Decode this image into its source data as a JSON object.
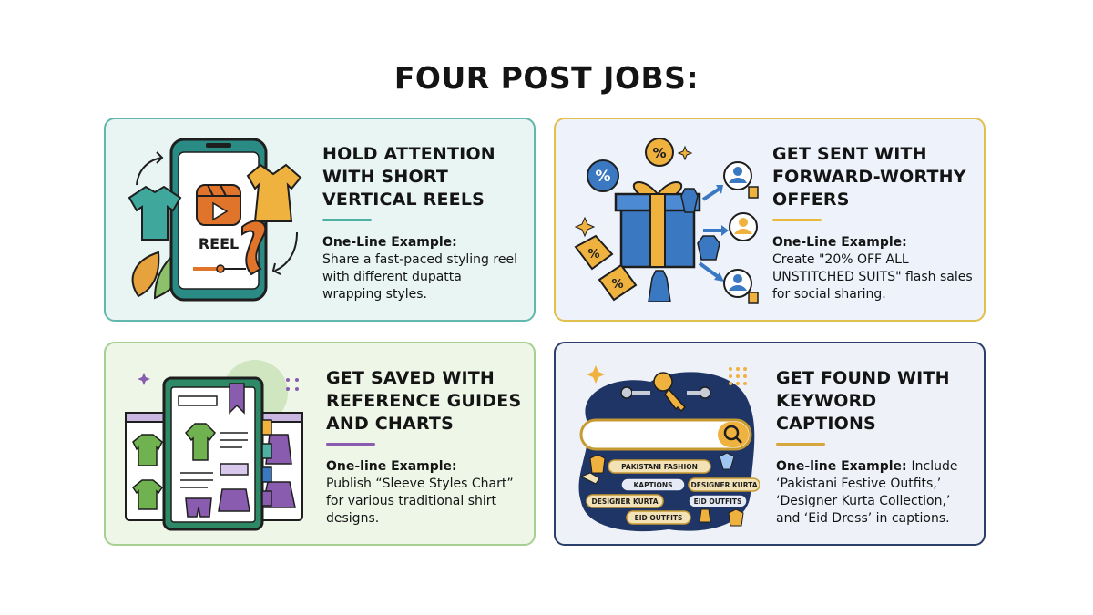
{
  "title": "FOUR POST JOBS:",
  "cards": [
    {
      "heading": "HOLD ATTENTION WITH SHORT VERTICAL REELS",
      "example_label": "One-Line Example:",
      "example_text": "Share a fast-paced styling reel with different dupatta wrapping styles.",
      "illustration": {
        "label": "REEL"
      }
    },
    {
      "heading": "GET SENT WITH FORWARD-WORTHY OFFERS",
      "example_label": "One-Line Example:",
      "example_text": "Create \"20% OFF ALL UNSTITCHED SUITS\" flash sales for social sharing.",
      "illustration": {
        "badge_symbol": "%"
      }
    },
    {
      "heading": "GET SAVED WITH REFERENCE GUIDES AND CHARTS",
      "example_label": "One-line Example:",
      "example_text": "Publish “Sleeve Styles Chart” for various traditional shirt designs."
    },
    {
      "heading": "GET FOUND WITH KEYWORD CAPTIONS",
      "example_label": "One-line Example:",
      "example_text": "Include ‘Pakistani Festive Outfits,’ ‘Designer Kurta Collection,’ and ‘Eid Dress’ in captions.",
      "illustration": {
        "tags": [
          "PAKISTANI FASHION",
          "KAPTIONS",
          "DESIGNER KURTA",
          "DESIGNER KURTA",
          "EID OUTFITS",
          "EID OUTFITS"
        ]
      }
    }
  ],
  "colors": {
    "teal": "#4fb0a4",
    "gold": "#e8b93a",
    "purple": "#8a5cb0",
    "navy": "#1f3566",
    "orange": "#e0742a",
    "blue": "#3b78c2",
    "green": "#6fb24f"
  }
}
